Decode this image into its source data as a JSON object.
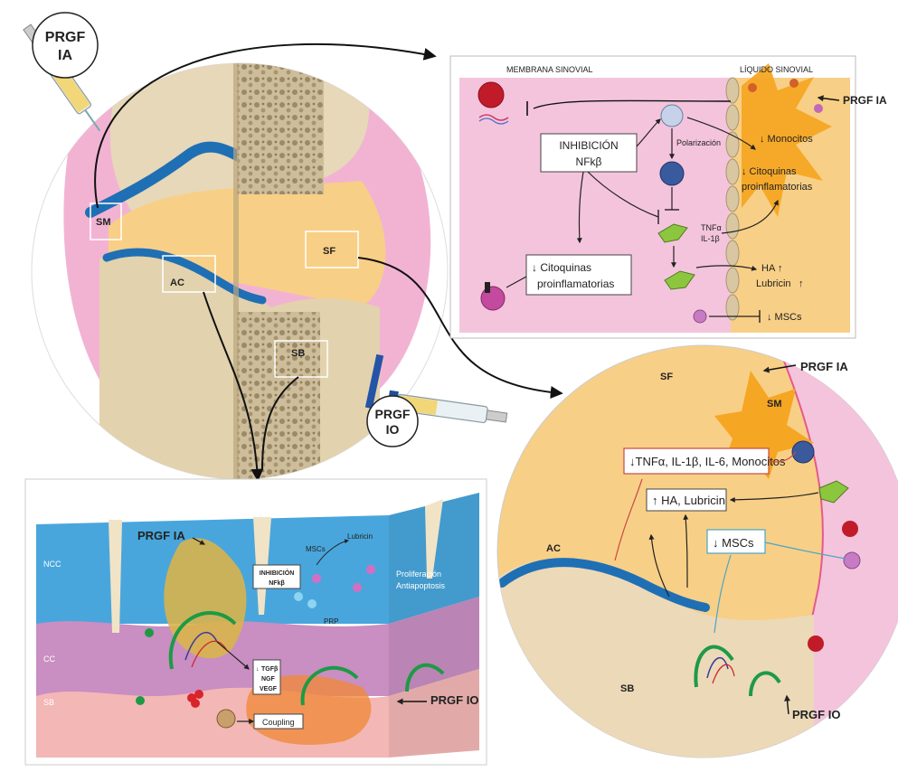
{
  "colors": {
    "synovium_pink": "#f2b8d6",
    "synovial_fluid": "#f7c97e",
    "cartilage_blue": "#1f6fb5",
    "bone_beige": "#e8dcc0",
    "spongy_bone": "#c9b996",
    "panel_pink": "#f4c4dc",
    "ncc_blue": "#49a6dc",
    "cc_purple": "#c98ec2",
    "sb_pink": "#f3b7b5",
    "vessel_green": "#1d9a45",
    "star_orange": "#f5a623"
  },
  "injections": {
    "ia_line1": "PRGF",
    "ia_line2": "IA",
    "io_line1": "PRGF",
    "io_line2": "IO"
  },
  "joint": {
    "sm": "SM",
    "ac": "AC",
    "sf": "SF",
    "sb": "SB"
  },
  "synovial_panel": {
    "header_membrane": "MEMBRANA SINOVIAL",
    "header_fluid": "LÍQUIDO SINOVIAL",
    "prgf_ia": "PRGF IA",
    "nfkb_line1": "INHIBICIÓN",
    "nfkb_line2": "NFkβ",
    "polarization": "Polarización",
    "monocytes": "↓ Monocitos",
    "cyto_fluid_line1": "↓  Citoquinas",
    "cyto_fluid_line2": "proinflamatorias",
    "tnf": "TNFα",
    "il1": "IL-1β",
    "cyto_box_line1": "↓  Citoquinas",
    "cyto_box_line2": "proinflamatorias",
    "ha": "HA",
    "lubricin": "Lubricin",
    "mscs": "↓ MSCs"
  },
  "cartilage_panel": {
    "prgf_ia": "PRGF IA",
    "ncc": "NCC",
    "cc": "CC",
    "sb": "SB",
    "mscs": "MSCs",
    "lubricin": "Lubricin",
    "nfkb_line1": "INHIBICIÓN",
    "nfkb_line2": "NFkβ",
    "prolif_line1": "Proliferación",
    "prolif_line2": "Antiapoptosis",
    "prp": "PRP",
    "tgf": "TGFβ",
    "ngf": "NGF",
    "vegf": "VEGF",
    "coupling": "Coupling",
    "prgf_io": "PRGF IO"
  },
  "circle_panel": {
    "sf": "SF",
    "prgf_ia": "PRGF IA",
    "sm": "SM",
    "cyto_box": "↓TNFα, IL-1β, IL-6, Monocitos",
    "ha_box": "↑  HA, Lubricin",
    "mscs_box": "↓ MSCs",
    "ac": "AC",
    "sb": "SB",
    "prgf_io": "PRGF IO"
  }
}
